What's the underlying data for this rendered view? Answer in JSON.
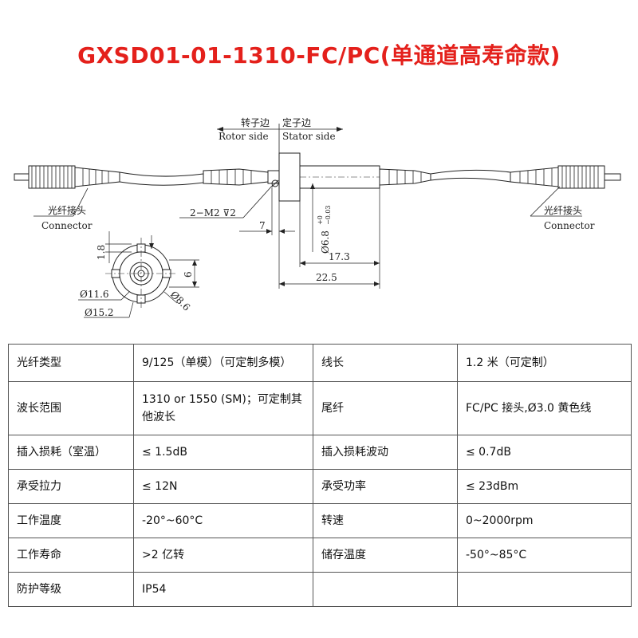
{
  "title": "GXSD01-01-1310-FC/PC(单通道高寿命款)",
  "drawing": {
    "rotor_side_cn": "转子边",
    "rotor_side_en": "Rotor side",
    "stator_side_cn": "定子边",
    "stator_side_en": "Stator side",
    "connector_cn_left": "光纤接头",
    "connector_en_left": "Connector",
    "connector_cn_right": "光纤接头",
    "connector_en_right": "Connector",
    "thread_callout": "2−M2 ⊽2",
    "dim_7": "7",
    "dim_shaft_dia": "Ø6.8",
    "dim_tol_upper": "+0",
    "dim_tol_lower": "−0.03",
    "dim_17_3": "17.3",
    "dim_22_5": "22.5",
    "dim_1_8": "1.8",
    "dim_6": "6",
    "dim_11_6": "Ø11.6",
    "dim_8_6": "Ø8.6",
    "dim_15_2": "Ø15.2"
  },
  "specs": {
    "rows": [
      {
        "l1": "光纤类型",
        "v1": "9/125（单模）（可定制多模）",
        "l2": "线长",
        "v2": "1.2 米（可定制）"
      },
      {
        "l1": "波长范围",
        "v1": "1310 or 1550 (SM)；可定制其他波长",
        "l2": "尾纤",
        "v2": "FC/PC 接头,Ø3.0 黄色线"
      },
      {
        "l1": "插入损耗（室温）",
        "v1": "≤ 1.5dB",
        "l2": "插入损耗波动",
        "v2": "≤ 0.7dB"
      },
      {
        "l1": "承受拉力",
        "v1": "≤ 12N",
        "l2": "承受功率",
        "v2": "≤ 23dBm"
      },
      {
        "l1": "工作温度",
        "v1": "-20°~60°C",
        "l2": "转速",
        "v2": "0~2000rpm"
      },
      {
        "l1": "工作寿命",
        "v1": ">2 亿转",
        "l2": "储存温度",
        "v2": "-50°~85°C"
      },
      {
        "l1": "防护等级",
        "v1": "IP54",
        "l2": "",
        "v2": ""
      }
    ]
  }
}
